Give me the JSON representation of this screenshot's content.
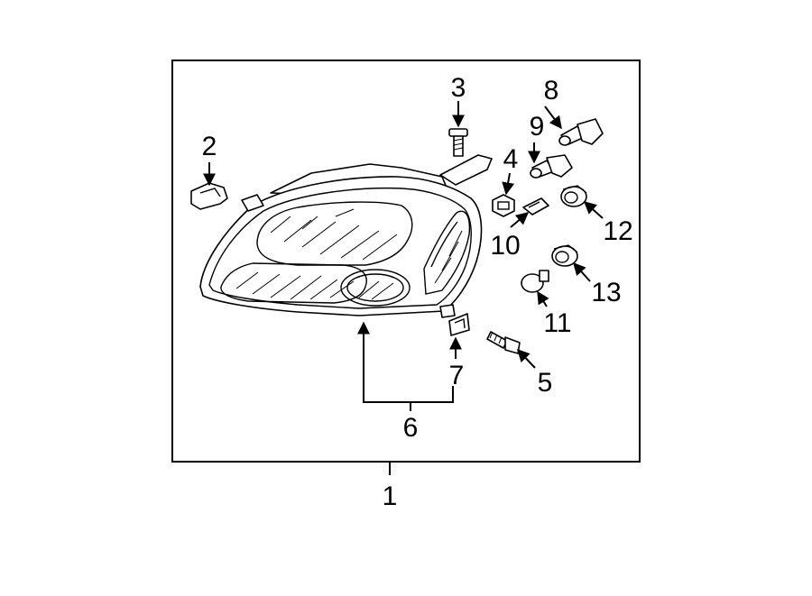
{
  "diagram": {
    "background": "#ffffff",
    "line_color": "#000000",
    "callouts": [
      "1",
      "2",
      "3",
      "4",
      "5",
      "6",
      "7",
      "8",
      "9",
      "10",
      "11",
      "12",
      "13"
    ]
  }
}
